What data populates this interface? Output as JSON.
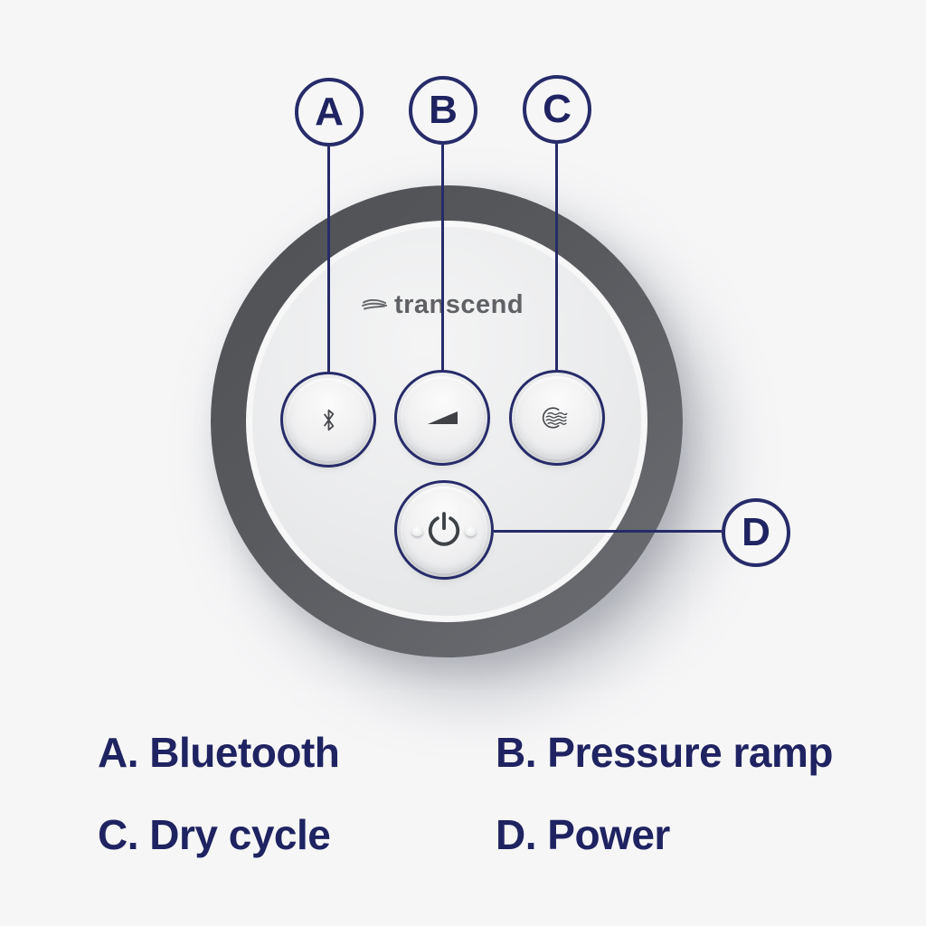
{
  "colors": {
    "bg": "#f6f6f7",
    "navy": "#272b69",
    "navy-text": "#1f2361",
    "logo": "#5f6164",
    "icon": "#45474b",
    "device-ring": "#57595d",
    "device-face": "#ebeced"
  },
  "device": {
    "brand": "transcend",
    "brand_icon": "waves-icon",
    "buttons": [
      {
        "key": "bluetooth",
        "icon": "bluetooth-icon",
        "callout": "A"
      },
      {
        "key": "pressure-ramp",
        "icon": "ramp-icon",
        "callout": "B"
      },
      {
        "key": "dry-cycle",
        "icon": "dry-cycle-icon",
        "callout": "C"
      },
      {
        "key": "power",
        "icon": "power-icon",
        "callout": "D"
      }
    ]
  },
  "callouts": [
    {
      "letter": "A"
    },
    {
      "letter": "B"
    },
    {
      "letter": "C"
    },
    {
      "letter": "D"
    }
  ],
  "legend": [
    {
      "text": "A. Bluetooth"
    },
    {
      "text": "B. Pressure ramp"
    },
    {
      "text": "C. Dry cycle"
    },
    {
      "text": "D. Power"
    }
  ]
}
